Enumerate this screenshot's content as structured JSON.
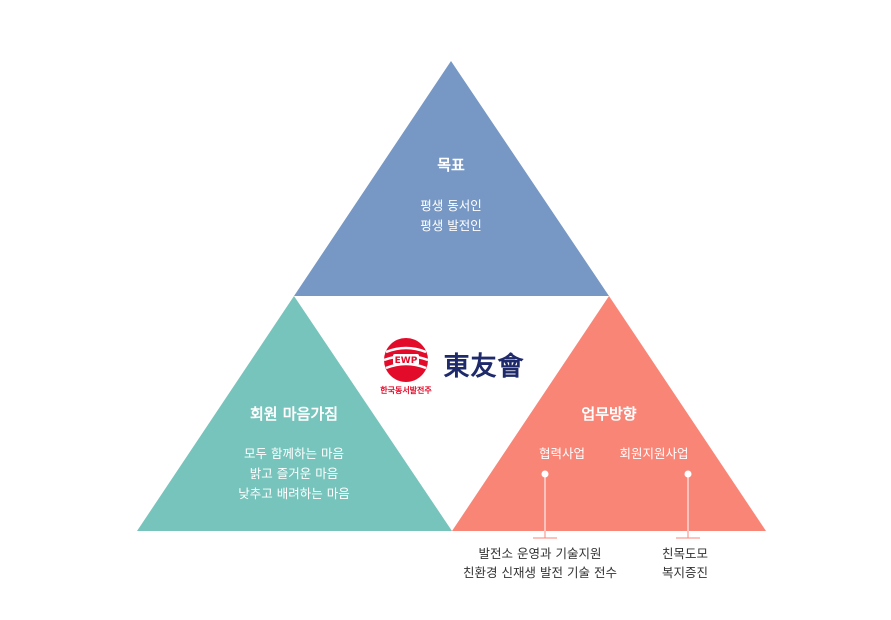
{
  "colors": {
    "top": "#7797c4",
    "left": "#77c4bc",
    "right": "#f98577",
    "brand_red": "#e30b2a",
    "brand_navy": "#1f2a6b",
    "connector": "#f98577"
  },
  "logo": {
    "company": "한국동서발전주",
    "brand_name": "東友會",
    "icon": "ewp-globe-logo"
  },
  "goal": {
    "title": "목표",
    "lines": [
      "평생 동서인",
      "평생 발전인"
    ]
  },
  "mindset": {
    "title": "회원 마음가짐",
    "lines": [
      "모두 함께하는 마음",
      "밝고 즐거운 마음",
      "낮추고 배려하는 마음"
    ]
  },
  "direction": {
    "title": "업무방향",
    "items": [
      {
        "label": "협력사업",
        "details": [
          "발전소 운영과 기술지원",
          "친환경 신재생 발전 기술 전수"
        ]
      },
      {
        "label": "회원지원사업",
        "details": [
          "친목도모",
          "복지증진"
        ]
      }
    ]
  }
}
